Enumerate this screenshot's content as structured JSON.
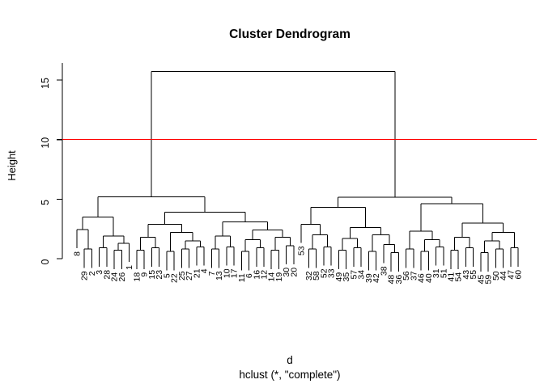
{
  "title": "Cluster Dendrogram",
  "axes": {
    "ylabel": "Height",
    "xlabel": "d",
    "subcaption": "hclust (*, \"complete\")",
    "yticks": [
      "0",
      "5",
      "10",
      "15"
    ]
  },
  "colors": {
    "branch": "#000000",
    "cut_line": "#ff0000",
    "text": "#000000",
    "background": "#ffffff"
  },
  "chart_data": {
    "type": "dendrogram",
    "title": "Cluster Dendrogram",
    "xlabel": "d",
    "ylabel": "Height",
    "subtitle": "hclust (*, \"complete\")",
    "yticks": [
      0,
      5,
      10,
      15
    ],
    "ylim": [
      0,
      16.5
    ],
    "grid": false,
    "root_height": 15.7,
    "hang": 1.57,
    "cut_line": {
      "height": 10,
      "color": "#ff0000"
    },
    "n_leaves": 60,
    "leaf_order": [
      "8",
      "29",
      "2",
      "3",
      "28",
      "24",
      "26",
      "1",
      "18",
      "9",
      "15",
      "23",
      "5",
      "22",
      "25",
      "27",
      "21",
      "4",
      "7",
      "13",
      "10",
      "17",
      "11",
      "6",
      "16",
      "12",
      "14",
      "19",
      "30",
      "20",
      "53",
      "32",
      "58",
      "52",
      "33",
      "49",
      "35",
      "57",
      "34",
      "39",
      "42",
      "38",
      "48",
      "36",
      "56",
      "37",
      "46",
      "40",
      "31",
      "51",
      "41",
      "54",
      "43",
      "55",
      "45",
      "59",
      "50",
      "44",
      "47",
      "60"
    ],
    "tree": {
      "h": 15.7,
      "c": [
        {
          "h": 5.2,
          "c": [
            {
              "h": 3.5,
              "c": [
                {
                  "h": 2.45,
                  "c": [
                    {
                      "l": "8"
                    },
                    {
                      "h": 0.8,
                      "c": [
                        {
                          "l": "29"
                        },
                        {
                          "l": "2"
                        }
                      ]
                    }
                  ]
                },
                {
                  "h": 1.9,
                  "c": [
                    {
                      "h": 0.9,
                      "c": [
                        {
                          "l": "3"
                        },
                        {
                          "l": "28"
                        }
                      ]
                    },
                    {
                      "h": 1.3,
                      "c": [
                        {
                          "h": 0.7,
                          "c": [
                            {
                              "l": "24"
                            },
                            {
                              "l": "26"
                            }
                          ]
                        },
                        {
                          "l": "1"
                        }
                      ]
                    }
                  ]
                }
              ]
            },
            {
              "h": 3.9,
              "c": [
                {
                  "h": 2.9,
                  "c": [
                    {
                      "h": 1.8,
                      "c": [
                        {
                          "h": 0.7,
                          "c": [
                            {
                              "l": "18"
                            },
                            {
                              "l": "9"
                            }
                          ]
                        },
                        {
                          "h": 0.9,
                          "c": [
                            {
                              "l": "15"
                            },
                            {
                              "l": "23"
                            }
                          ]
                        }
                      ]
                    },
                    {
                      "h": 2.2,
                      "c": [
                        {
                          "h": 0.6,
                          "c": [
                            {
                              "l": "5"
                            },
                            {
                              "l": "22"
                            }
                          ]
                        },
                        {
                          "h": 1.5,
                          "c": [
                            {
                              "h": 0.8,
                              "c": [
                                {
                                  "l": "25"
                                },
                                {
                                  "l": "27"
                                }
                              ]
                            },
                            {
                              "h": 1.0,
                              "c": [
                                {
                                  "l": "21"
                                },
                                {
                                  "l": "4"
                                }
                              ]
                            }
                          ]
                        }
                      ]
                    }
                  ]
                },
                {
                  "h": 3.1,
                  "c": [
                    {
                      "h": 1.9,
                      "c": [
                        {
                          "h": 0.8,
                          "c": [
                            {
                              "l": "7"
                            },
                            {
                              "l": "13"
                            }
                          ]
                        },
                        {
                          "h": 1.0,
                          "c": [
                            {
                              "l": "10"
                            },
                            {
                              "l": "17"
                            }
                          ]
                        }
                      ]
                    },
                    {
                      "h": 2.4,
                      "c": [
                        {
                          "h": 1.6,
                          "c": [
                            {
                              "h": 0.6,
                              "c": [
                                {
                                  "l": "11"
                                },
                                {
                                  "l": "6"
                                }
                              ]
                            },
                            {
                              "h": 0.9,
                              "c": [
                                {
                                  "l": "16"
                                },
                                {
                                  "l": "12"
                                }
                              ]
                            }
                          ]
                        },
                        {
                          "h": 1.8,
                          "c": [
                            {
                              "h": 0.7,
                              "c": [
                                {
                                  "l": "14"
                                },
                                {
                                  "l": "19"
                                }
                              ]
                            },
                            {
                              "h": 1.1,
                              "c": [
                                {
                                  "l": "30"
                                },
                                {
                                  "l": "20"
                                }
                              ]
                            }
                          ]
                        }
                      ]
                    }
                  ]
                }
              ]
            }
          ]
        },
        {
          "h": 5.15,
          "c": [
            {
              "h": 4.3,
              "c": [
                {
                  "h": 2.9,
                  "c": [
                    {
                      "l": "53"
                    },
                    {
                      "h": 2.0,
                      "c": [
                        {
                          "h": 0.8,
                          "c": [
                            {
                              "l": "32"
                            },
                            {
                              "l": "58"
                            }
                          ]
                        },
                        {
                          "h": 1.0,
                          "c": [
                            {
                              "l": "52"
                            },
                            {
                              "l": "33"
                            }
                          ]
                        }
                      ]
                    }
                  ]
                },
                {
                  "h": 2.6,
                  "c": [
                    {
                      "h": 1.7,
                      "c": [
                        {
                          "h": 0.7,
                          "c": [
                            {
                              "l": "49"
                            },
                            {
                              "l": "35"
                            }
                          ]
                        },
                        {
                          "h": 0.9,
                          "c": [
                            {
                              "l": "57"
                            },
                            {
                              "l": "34"
                            }
                          ]
                        }
                      ]
                    },
                    {
                      "h": 2.0,
                      "c": [
                        {
                          "h": 0.6,
                          "c": [
                            {
                              "l": "39"
                            },
                            {
                              "l": "42"
                            }
                          ]
                        },
                        {
                          "h": 1.2,
                          "c": [
                            {
                              "l": "38"
                            },
                            {
                              "h": 0.5,
                              "c": [
                                {
                                  "l": "48"
                                },
                                {
                                  "l": "36"
                                }
                              ]
                            }
                          ]
                        }
                      ]
                    }
                  ]
                }
              ]
            },
            {
              "h": 4.6,
              "c": [
                {
                  "h": 2.3,
                  "c": [
                    {
                      "h": 0.8,
                      "c": [
                        {
                          "l": "56"
                        },
                        {
                          "l": "37"
                        }
                      ]
                    },
                    {
                      "h": 1.6,
                      "c": [
                        {
                          "h": 0.6,
                          "c": [
                            {
                              "l": "46"
                            },
                            {
                              "l": "40"
                            }
                          ]
                        },
                        {
                          "h": 1.0,
                          "c": [
                            {
                              "l": "31"
                            },
                            {
                              "l": "51"
                            }
                          ]
                        }
                      ]
                    }
                  ]
                },
                {
                  "h": 3.0,
                  "c": [
                    {
                      "h": 1.8,
                      "c": [
                        {
                          "h": 0.7,
                          "c": [
                            {
                              "l": "41"
                            },
                            {
                              "l": "54"
                            }
                          ]
                        },
                        {
                          "h": 0.9,
                          "c": [
                            {
                              "l": "43"
                            },
                            {
                              "l": "55"
                            }
                          ]
                        }
                      ]
                    },
                    {
                      "h": 2.2,
                      "c": [
                        {
                          "h": 1.5,
                          "c": [
                            {
                              "h": 0.5,
                              "c": [
                                {
                                  "l": "45"
                                },
                                {
                                  "l": "59"
                                }
                              ]
                            },
                            {
                              "h": 0.8,
                              "c": [
                                {
                                  "l": "50"
                                },
                                {
                                  "l": "44"
                                }
                              ]
                            }
                          ]
                        },
                        {
                          "h": 0.9,
                          "c": [
                            {
                              "l": "47"
                            },
                            {
                              "l": "60"
                            }
                          ]
                        }
                      ]
                    }
                  ]
                }
              ]
            }
          ]
        }
      ]
    }
  }
}
